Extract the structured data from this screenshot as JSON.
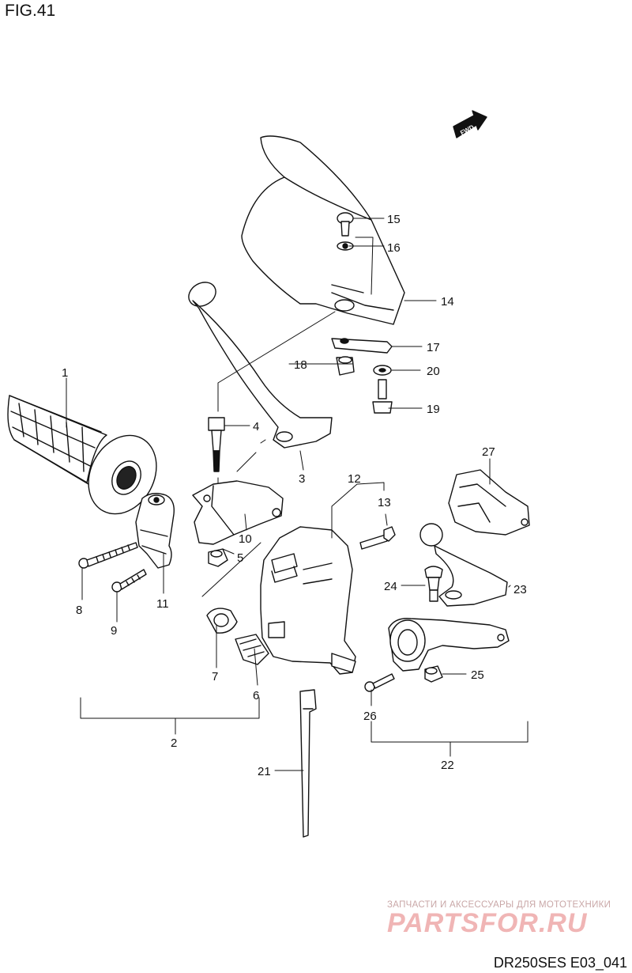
{
  "figure": {
    "title": "FIG.41",
    "code": "DR250SES E03_041"
  },
  "watermark": {
    "tagline": "ЗАПЧАСТИ И АКСЕССУАРЫ ДЛЯ МОТОТЕХНИКИ",
    "logo_text": "PARTSFOR.RU",
    "color": "#e8a0a0"
  },
  "fwd_badge": {
    "text": "FWD"
  },
  "callouts": {
    "p1": "1",
    "p2": "2",
    "p3": "3",
    "p4": "4",
    "p5": "5",
    "p6": "6",
    "p7": "7",
    "p8": "8",
    "p9": "9",
    "p10": "10",
    "p11": "11",
    "p12": "12",
    "p13": "13",
    "p14": "14",
    "p15": "15",
    "p16": "16",
    "p17": "17",
    "p18": "18",
    "p19": "19",
    "p20": "20",
    "p21": "21",
    "p22": "22",
    "p23": "23",
    "p24": "24",
    "p25": "25",
    "p26": "26",
    "p27": "27"
  }
}
